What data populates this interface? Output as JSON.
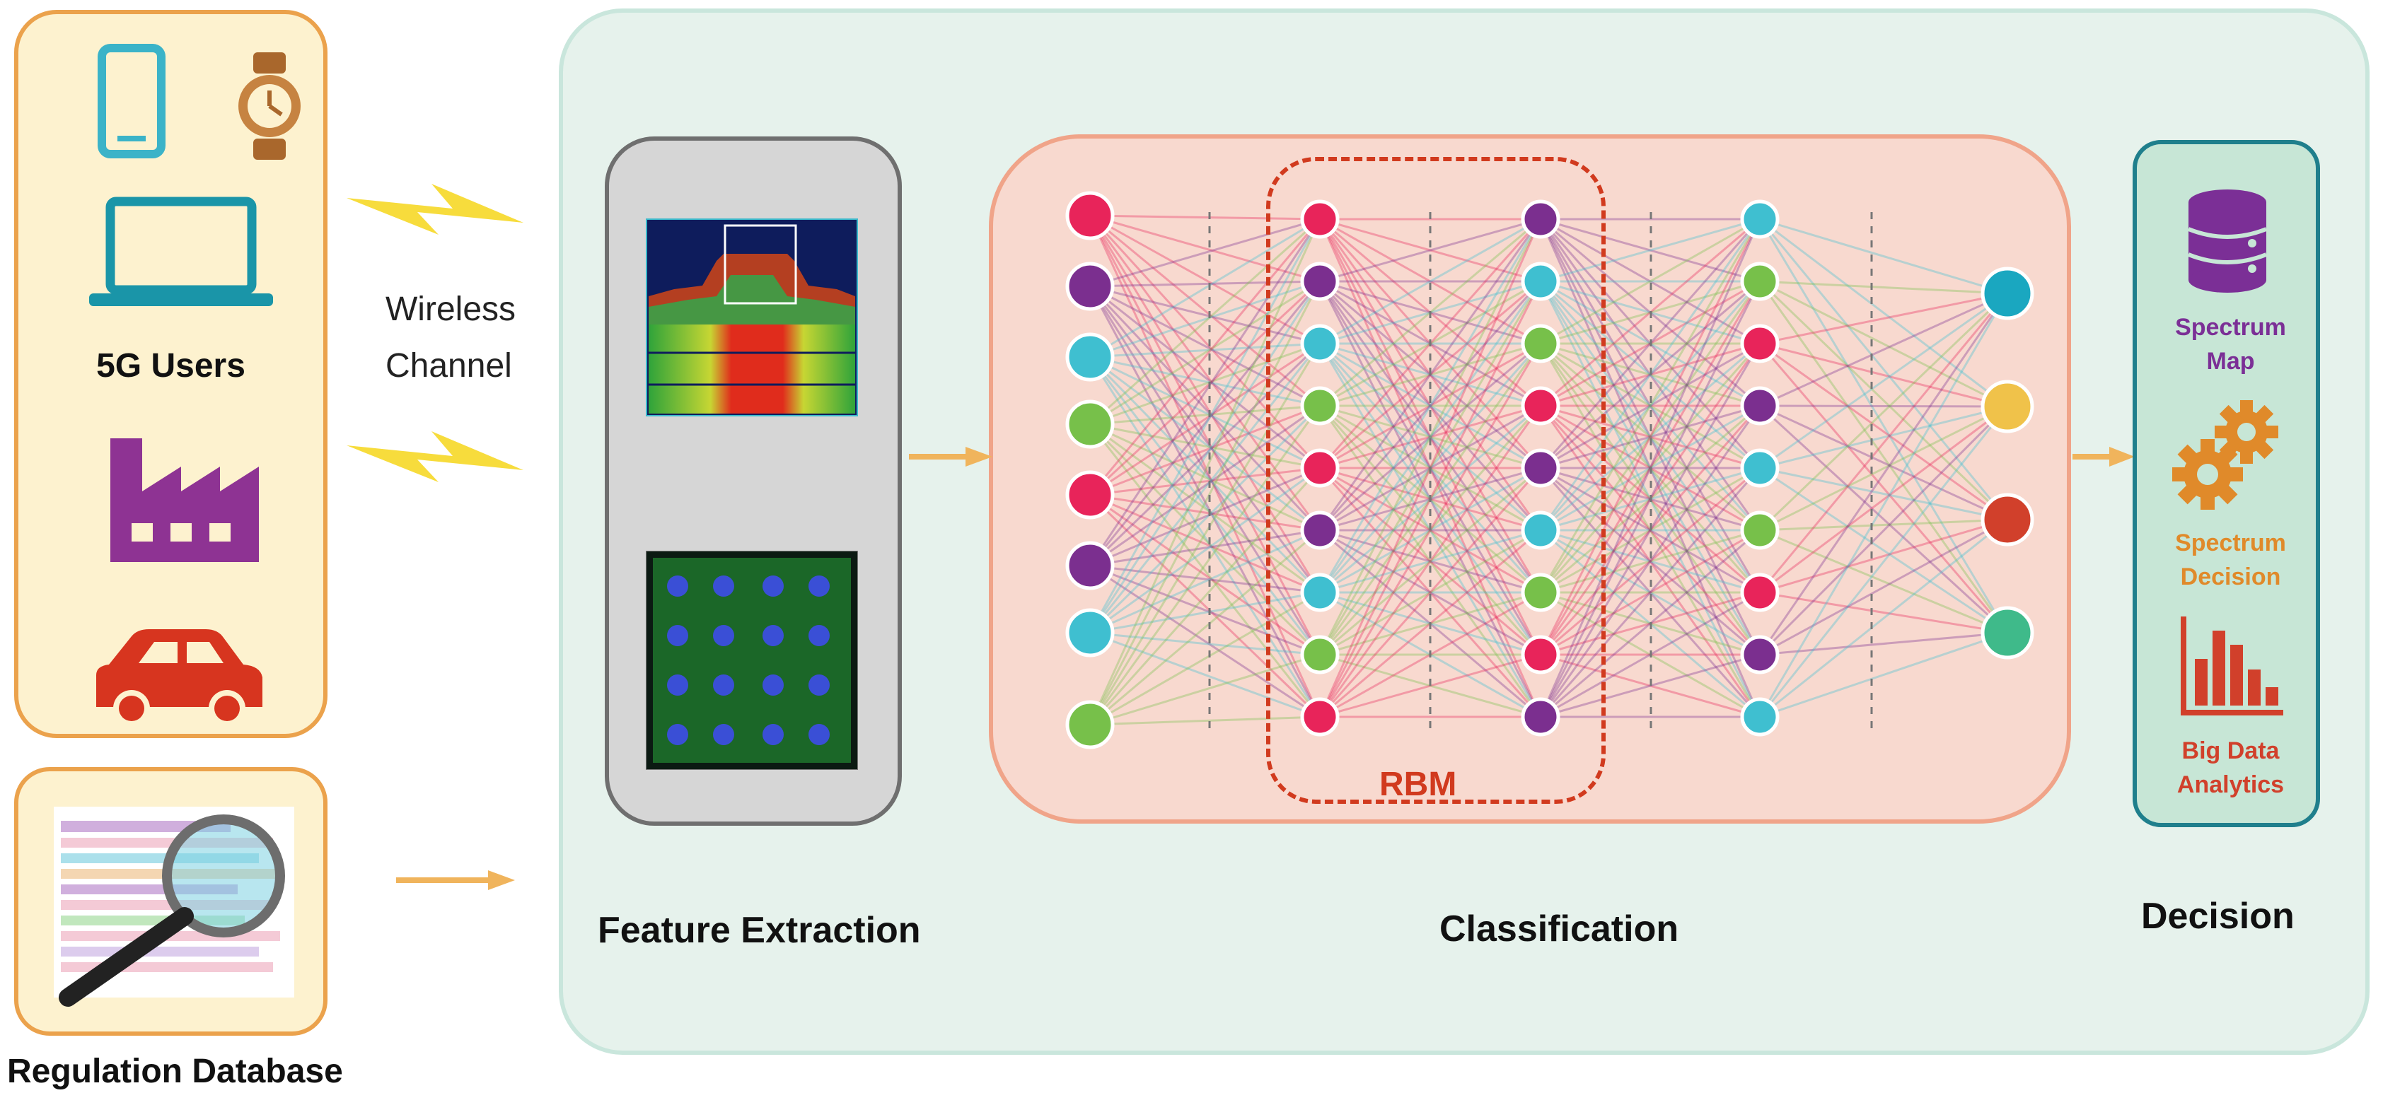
{
  "users_panel": {
    "title": "5G Users",
    "icons": [
      "smartphone-icon",
      "smartwatch-icon",
      "laptop-icon",
      "factory-icon",
      "car-icon"
    ]
  },
  "wireless": {
    "line1": "Wireless",
    "line2": "Channel"
  },
  "regulation": {
    "title": "Regulation Database",
    "icon": "magnifier-document-icon"
  },
  "stages": {
    "feature_extraction": "Feature Extraction",
    "classification": "Classification",
    "decision": "Decision"
  },
  "rbm_label": "RBM",
  "decision_items": [
    {
      "line1": "Spectrum",
      "line2": "Map",
      "icon": "database-icon",
      "color": "#7b2f96"
    },
    {
      "line1": "Spectrum",
      "line2": "Decision",
      "icon": "gears-icon",
      "color": "#e08a2a"
    },
    {
      "line1": "Big Data",
      "line2": "Analytics",
      "icon": "bar-chart-icon",
      "color": "#d1402b"
    }
  ],
  "colors": {
    "orange_border": "#eba24c",
    "cream": "#fdf2cf",
    "mint": "#e6f2ec",
    "salmon": "#f8d9cf",
    "teal": "#1f7f8c",
    "rbm_red": "#d13a1e",
    "node_red": "#e8245a",
    "node_purple": "#7b2f8f",
    "node_cyan": "#3fbfd0",
    "node_green": "#77c04a"
  }
}
